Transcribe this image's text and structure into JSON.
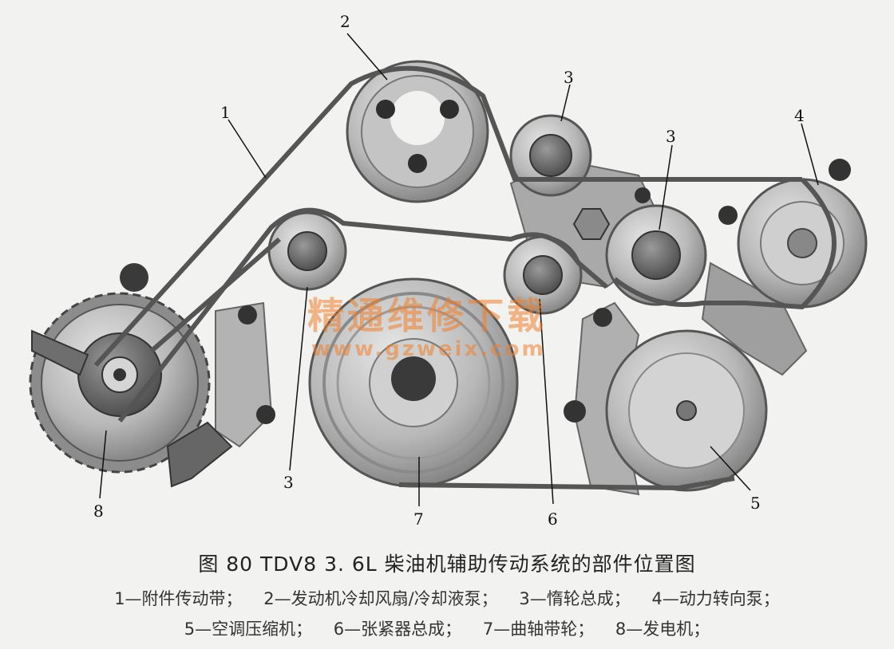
{
  "diagram": {
    "callouts": [
      "1",
      "2",
      "3",
      "3",
      "4",
      "5",
      "6",
      "7",
      "3",
      "8"
    ],
    "watermark": {
      "text": "精通维修下载",
      "url": "www.gzweix.com"
    }
  },
  "caption": {
    "title": "图 80   TDV8 3. 6L 柴油机辅助传动系统的部件位置图",
    "legend_line1": [
      "1—附件传动带；",
      "2—发动机冷却风扇/冷却液泵；",
      "3—惰轮总成；",
      "4—动力转向泵；"
    ],
    "legend_line2": [
      "5—空调压缩机；",
      "6—张紧器总成；",
      "7—曲轴带轮；",
      "8—发电机；"
    ]
  },
  "colors": {
    "metal_light": "#c9c9c9",
    "metal_mid": "#9a9a9a",
    "metal_dark": "#4a4a4a",
    "belt": "#5a5a5a",
    "watermark": "#f07f2a"
  }
}
